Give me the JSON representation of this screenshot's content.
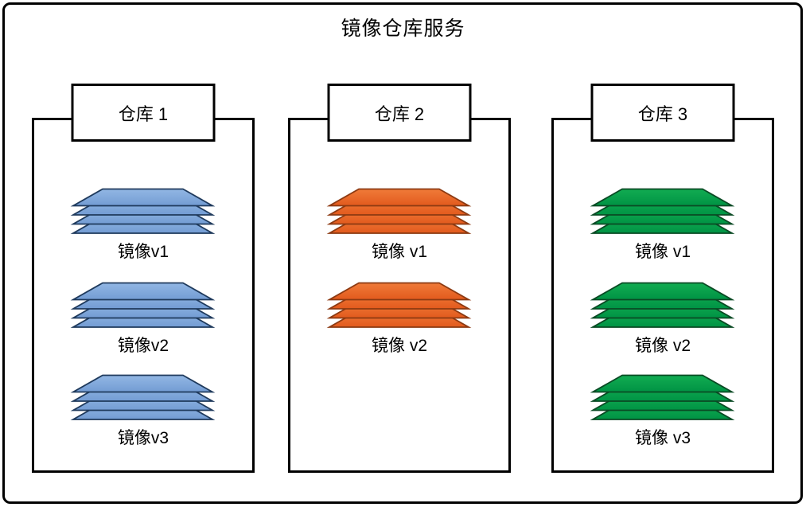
{
  "title": "镜像仓库服务",
  "colors": {
    "frame_border": "#000000",
    "background": "#ffffff",
    "families": {
      "blue": {
        "fill_top": "#92b7e4",
        "fill_bottom": "#739cd3",
        "stroke": "#1f3a5c"
      },
      "orange": {
        "fill_top": "#f07b39",
        "fill_bottom": "#e25a1d",
        "stroke": "#8c3a12"
      },
      "green": {
        "fill_top": "#12ac52",
        "fill_bottom": "#009344",
        "stroke": "#0a4a24"
      }
    }
  },
  "repositories": [
    {
      "name": "仓库 1",
      "color_key": "blue",
      "images": [
        "镜像v1",
        "镜像v2",
        "镜像v3"
      ]
    },
    {
      "name": "仓库 2",
      "color_key": "orange",
      "images": [
        "镜像 v1",
        "镜像 v2"
      ]
    },
    {
      "name": "仓库 3",
      "color_key": "green",
      "images": [
        "镜像 v1",
        "镜像 v2",
        "镜像 v3"
      ]
    }
  ]
}
